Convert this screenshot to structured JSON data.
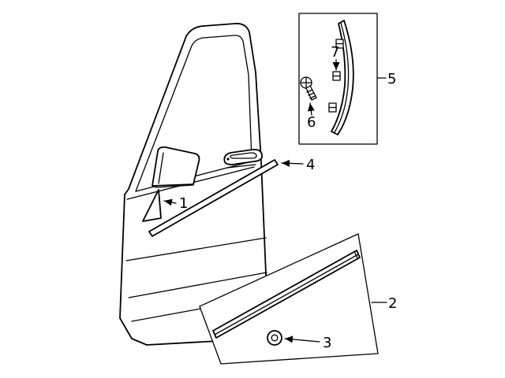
{
  "colors": {
    "background": "#ffffff",
    "line": "#000000"
  },
  "callouts": [
    {
      "label": "1"
    },
    {
      "label": "2"
    },
    {
      "label": "3"
    },
    {
      "label": "4"
    },
    {
      "label": "5"
    },
    {
      "label": "6"
    },
    {
      "label": "7"
    }
  ]
}
